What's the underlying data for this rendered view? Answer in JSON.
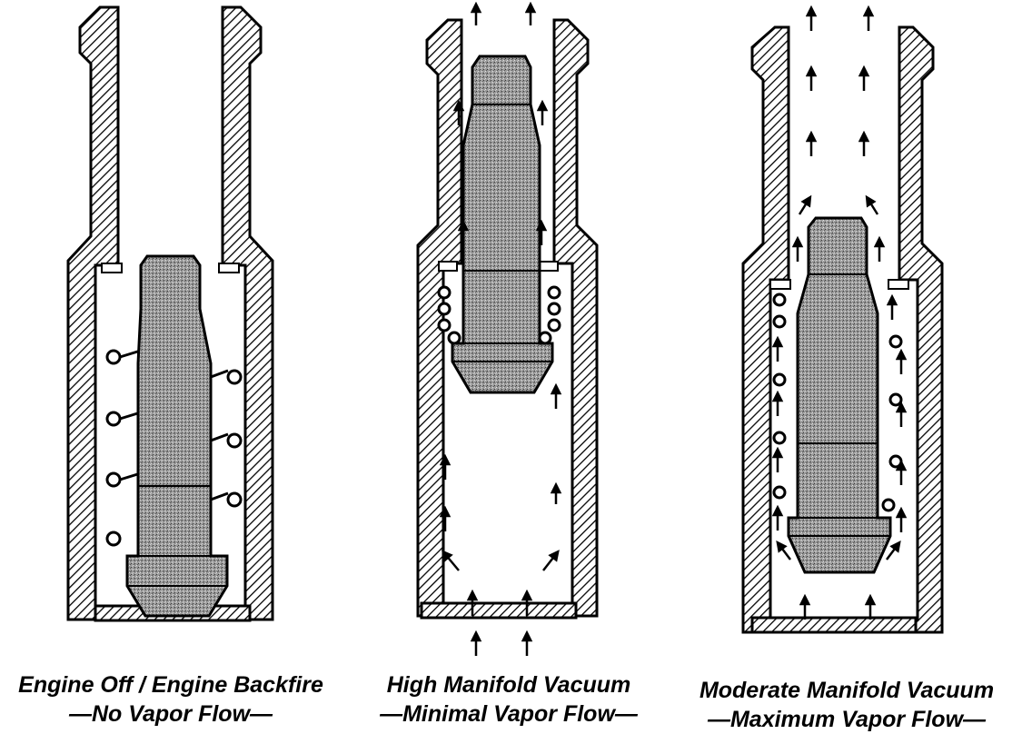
{
  "diagram": {
    "panels": [
      {
        "state": "Engine Off / Engine Backfire",
        "flow": "—No Vapor Flow—"
      },
      {
        "state": "High Manifold Vacuum",
        "flow": "—Minimal Vapor Flow—"
      },
      {
        "state": "Moderate Manifold Vacuum",
        "flow": "—Maximum Vapor Flow—"
      }
    ]
  }
}
